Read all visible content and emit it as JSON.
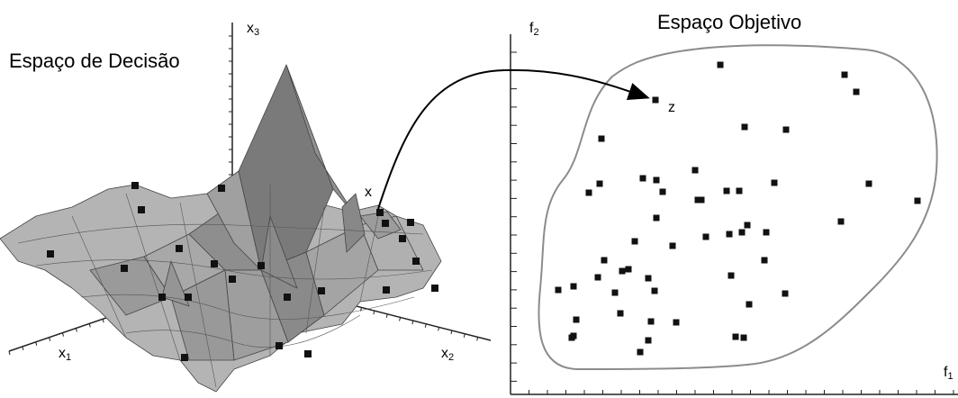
{
  "decision_space": {
    "title": "Espaço de Decisão",
    "axes": [
      {
        "name": "x",
        "sub": "1"
      },
      {
        "name": "x",
        "sub": "2"
      },
      {
        "name": "x",
        "sub": "3"
      }
    ],
    "point_label": "x"
  },
  "objective_space": {
    "title": "Espaço Objetivo",
    "axes": [
      {
        "name": "f",
        "sub": "1"
      },
      {
        "name": "f",
        "sub": "2"
      }
    ],
    "point_label": "z"
  },
  "colors": {
    "surface_light": "#b4b4b4",
    "surface_mid": "#9a9a9a",
    "surface_dark": "#7a7a7a",
    "marker": "#111111",
    "outline": "#8c8c8c",
    "axis": "#222222"
  }
}
